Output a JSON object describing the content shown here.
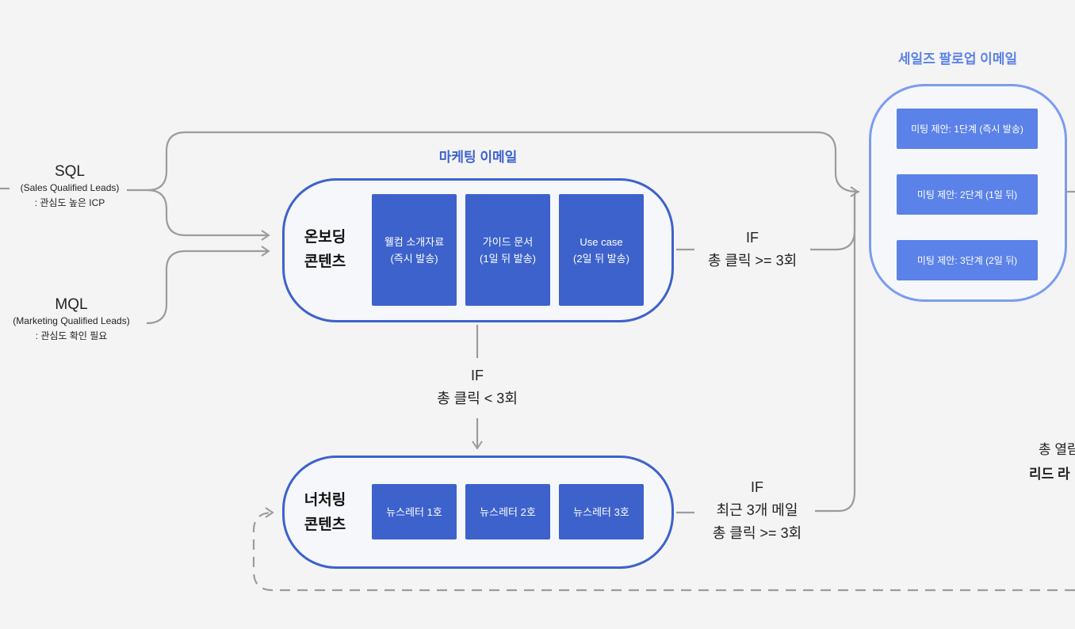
{
  "marketing_title": "마케팅 이메일",
  "sales_title": "세일즈 팔로업 이메일",
  "leads": {
    "sql": {
      "name": "SQL",
      "full": "(Sales Qualified Leads)",
      "note": ": 관심도 높은 ICP"
    },
    "mql": {
      "name": "MQL",
      "full": "(Marketing Qualified Leads)",
      "note": ": 관심도 확인 필요"
    }
  },
  "onboarding": {
    "label_line1": "온보딩",
    "label_line2": "콘텐츠",
    "cards": [
      {
        "line1": "웰컴 소개자료",
        "line2": "(즉시 발송)"
      },
      {
        "line1": "가이드 문서",
        "line2": "(1일 뒤 발송)"
      },
      {
        "line1": "Use case",
        "line2": "(2일 뒤 발송)"
      }
    ]
  },
  "nurturing": {
    "label_line1": "너처링",
    "label_line2": "콘텐츠",
    "cards": [
      "뉴스레터 1호",
      "뉴스레터 2호",
      "뉴스레터 3호"
    ]
  },
  "sales_followup": {
    "cards": [
      "미팅 제안: 1단계 (즉시 발송)",
      "미팅 제안: 2단계 (1일 뒤)",
      "미팅 제안: 3단계 (2일 뒤)"
    ]
  },
  "conditions": {
    "onboard_to_sales": {
      "line1": "IF",
      "line2": "총 클릭 >= 3회"
    },
    "onboard_to_nurture": {
      "line1": "IF",
      "line2": "총 클릭 < 3회"
    },
    "nurture_to_sales": {
      "line1": "IF",
      "line2": "최근 3개 메일",
      "line3": "총 클릭 >= 3회"
    }
  },
  "cut_off": {
    "line1": "총 열람",
    "line2": "리드 라"
  },
  "colors": {
    "background": "#f4f4f4",
    "marketing_blue": "#3d62cc",
    "sales_blue": "#5b82e8",
    "connector_gray": "#9c9c9c"
  }
}
